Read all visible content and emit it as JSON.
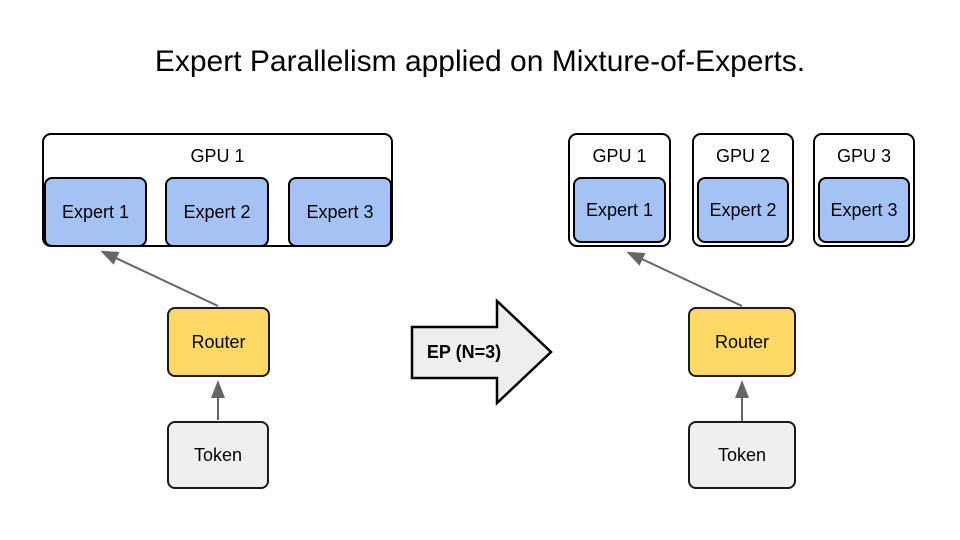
{
  "title": "Expert Parallelism applied on Mixture-of-Experts.",
  "colors": {
    "expert_fill": "#a4c2f4",
    "router_fill": "#ffd966",
    "token_fill": "#efefef",
    "ep_arrow_fill": "#eeeeee",
    "connector": "#666666",
    "border": "#000000"
  },
  "left_panel": {
    "gpu_label": "GPU 1",
    "experts": [
      {
        "label": "Expert 1"
      },
      {
        "label": "Expert 2"
      },
      {
        "label": "Expert 3"
      }
    ],
    "router_label": "Router",
    "token_label": "Token"
  },
  "transform_arrow": {
    "label": "EP (N=3)"
  },
  "right_panel": {
    "gpus": [
      {
        "label": "GPU 1",
        "expert_label": "Expert 1"
      },
      {
        "label": "GPU 2",
        "expert_label": "Expert 2"
      },
      {
        "label": "GPU 3",
        "expert_label": "Expert 3"
      }
    ],
    "router_label": "Router",
    "token_label": "Token"
  }
}
